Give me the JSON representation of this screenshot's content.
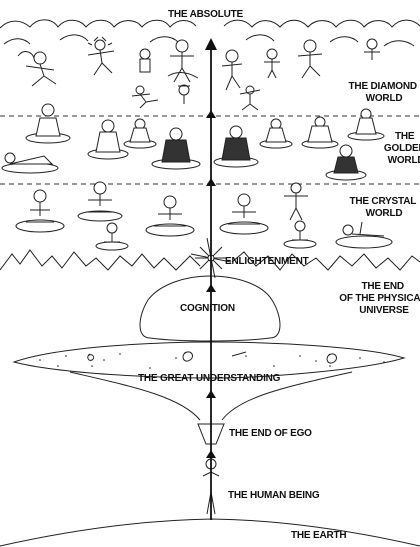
{
  "diagram": {
    "title": "THE ABSOLUTE",
    "levels": [
      {
        "id": "diamond",
        "lines": [
          "THE DIAMOND",
          "WORLD"
        ]
      },
      {
        "id": "golden",
        "lines": [
          "THE",
          "GOLDEN",
          "WORLD"
        ]
      },
      {
        "id": "crystal",
        "lines": [
          "THE CRYSTAL",
          "WORLD"
        ]
      },
      {
        "id": "enlightenment",
        "lines": [
          "ENLIGHTENMENT"
        ]
      },
      {
        "id": "end-physical",
        "lines": [
          "THE END",
          "OF THE PHYSICAL",
          "UNIVERSE"
        ]
      },
      {
        "id": "cognition",
        "lines": [
          "COGNITION"
        ]
      },
      {
        "id": "great-understanding",
        "lines": [
          "THE GREAT UNDERSTANDING"
        ]
      },
      {
        "id": "end-ego",
        "lines": [
          "THE END OF EGO"
        ]
      },
      {
        "id": "human-being",
        "lines": [
          "THE HUMAN BEING"
        ]
      },
      {
        "id": "earth",
        "lines": [
          "THE EARTH"
        ]
      }
    ]
  }
}
